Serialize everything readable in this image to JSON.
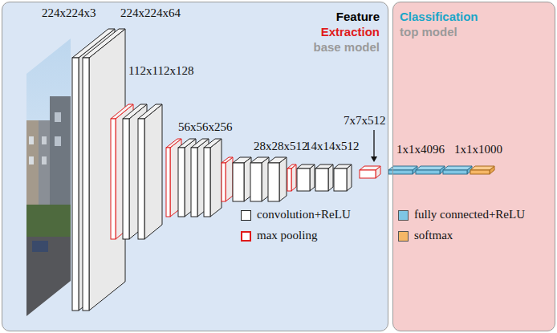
{
  "diagram": {
    "nodes": [
      {
        "text": [
          "Feature",
          "Extraction",
          "base model"
        ]
      },
      {
        "text": [
          "Classification",
          "top model"
        ]
      }
    ],
    "labels": [
      "224x224x3",
      "224x224x64",
      "112x112x128",
      "56x56x256",
      "28x28x512",
      "14x14x512",
      "7x7x512",
      "1x1x4096",
      "1x1x1000"
    ],
    "legend": [
      {
        "text": "convolution+ReLU"
      },
      {
        "text": "max pooling"
      },
      {
        "text": "fully connected+ReLU",
        "color": "#7fc6e4"
      },
      {
        "text": "softmax",
        "color": "#f6b766"
      }
    ]
  }
}
